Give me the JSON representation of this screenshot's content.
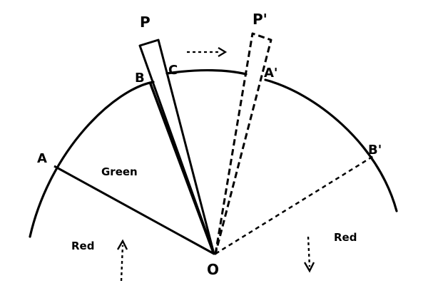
{
  "labels": {
    "p": "P",
    "p_prime": "P'",
    "a": "A",
    "b": "B",
    "c": "C",
    "a_prime": "A'",
    "b_prime": "B'",
    "o": "O",
    "green": "Green",
    "red_left": "Red",
    "red_right": "Red"
  },
  "colors": {
    "ink": "#000000",
    "background": "#ffffff"
  }
}
